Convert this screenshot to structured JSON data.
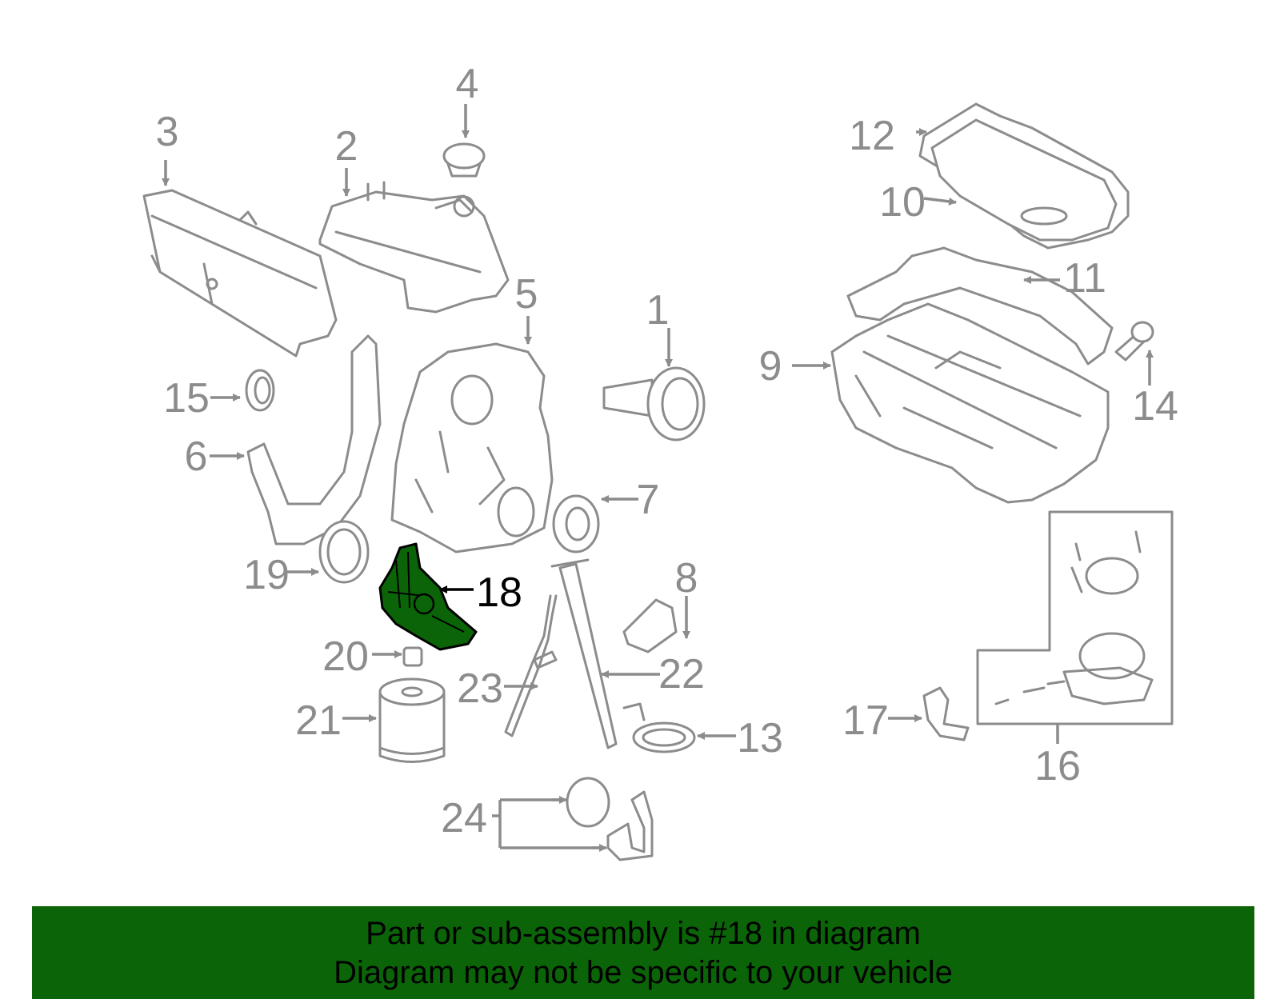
{
  "diagram": {
    "highlight_color": "#0b6508",
    "line_color": "#8c8c8c",
    "callouts": [
      "1",
      "2",
      "3",
      "4",
      "5",
      "6",
      "7",
      "8",
      "9",
      "10",
      "11",
      "12",
      "13",
      "14",
      "15",
      "16",
      "17",
      "18",
      "19",
      "20",
      "21",
      "22",
      "23",
      "24"
    ],
    "highlighted_callout": "18"
  },
  "footer": {
    "line1": "Part or sub-assembly is #18 in diagram",
    "line2": "Diagram may not be specific to your vehicle",
    "background": "#0b6508"
  }
}
